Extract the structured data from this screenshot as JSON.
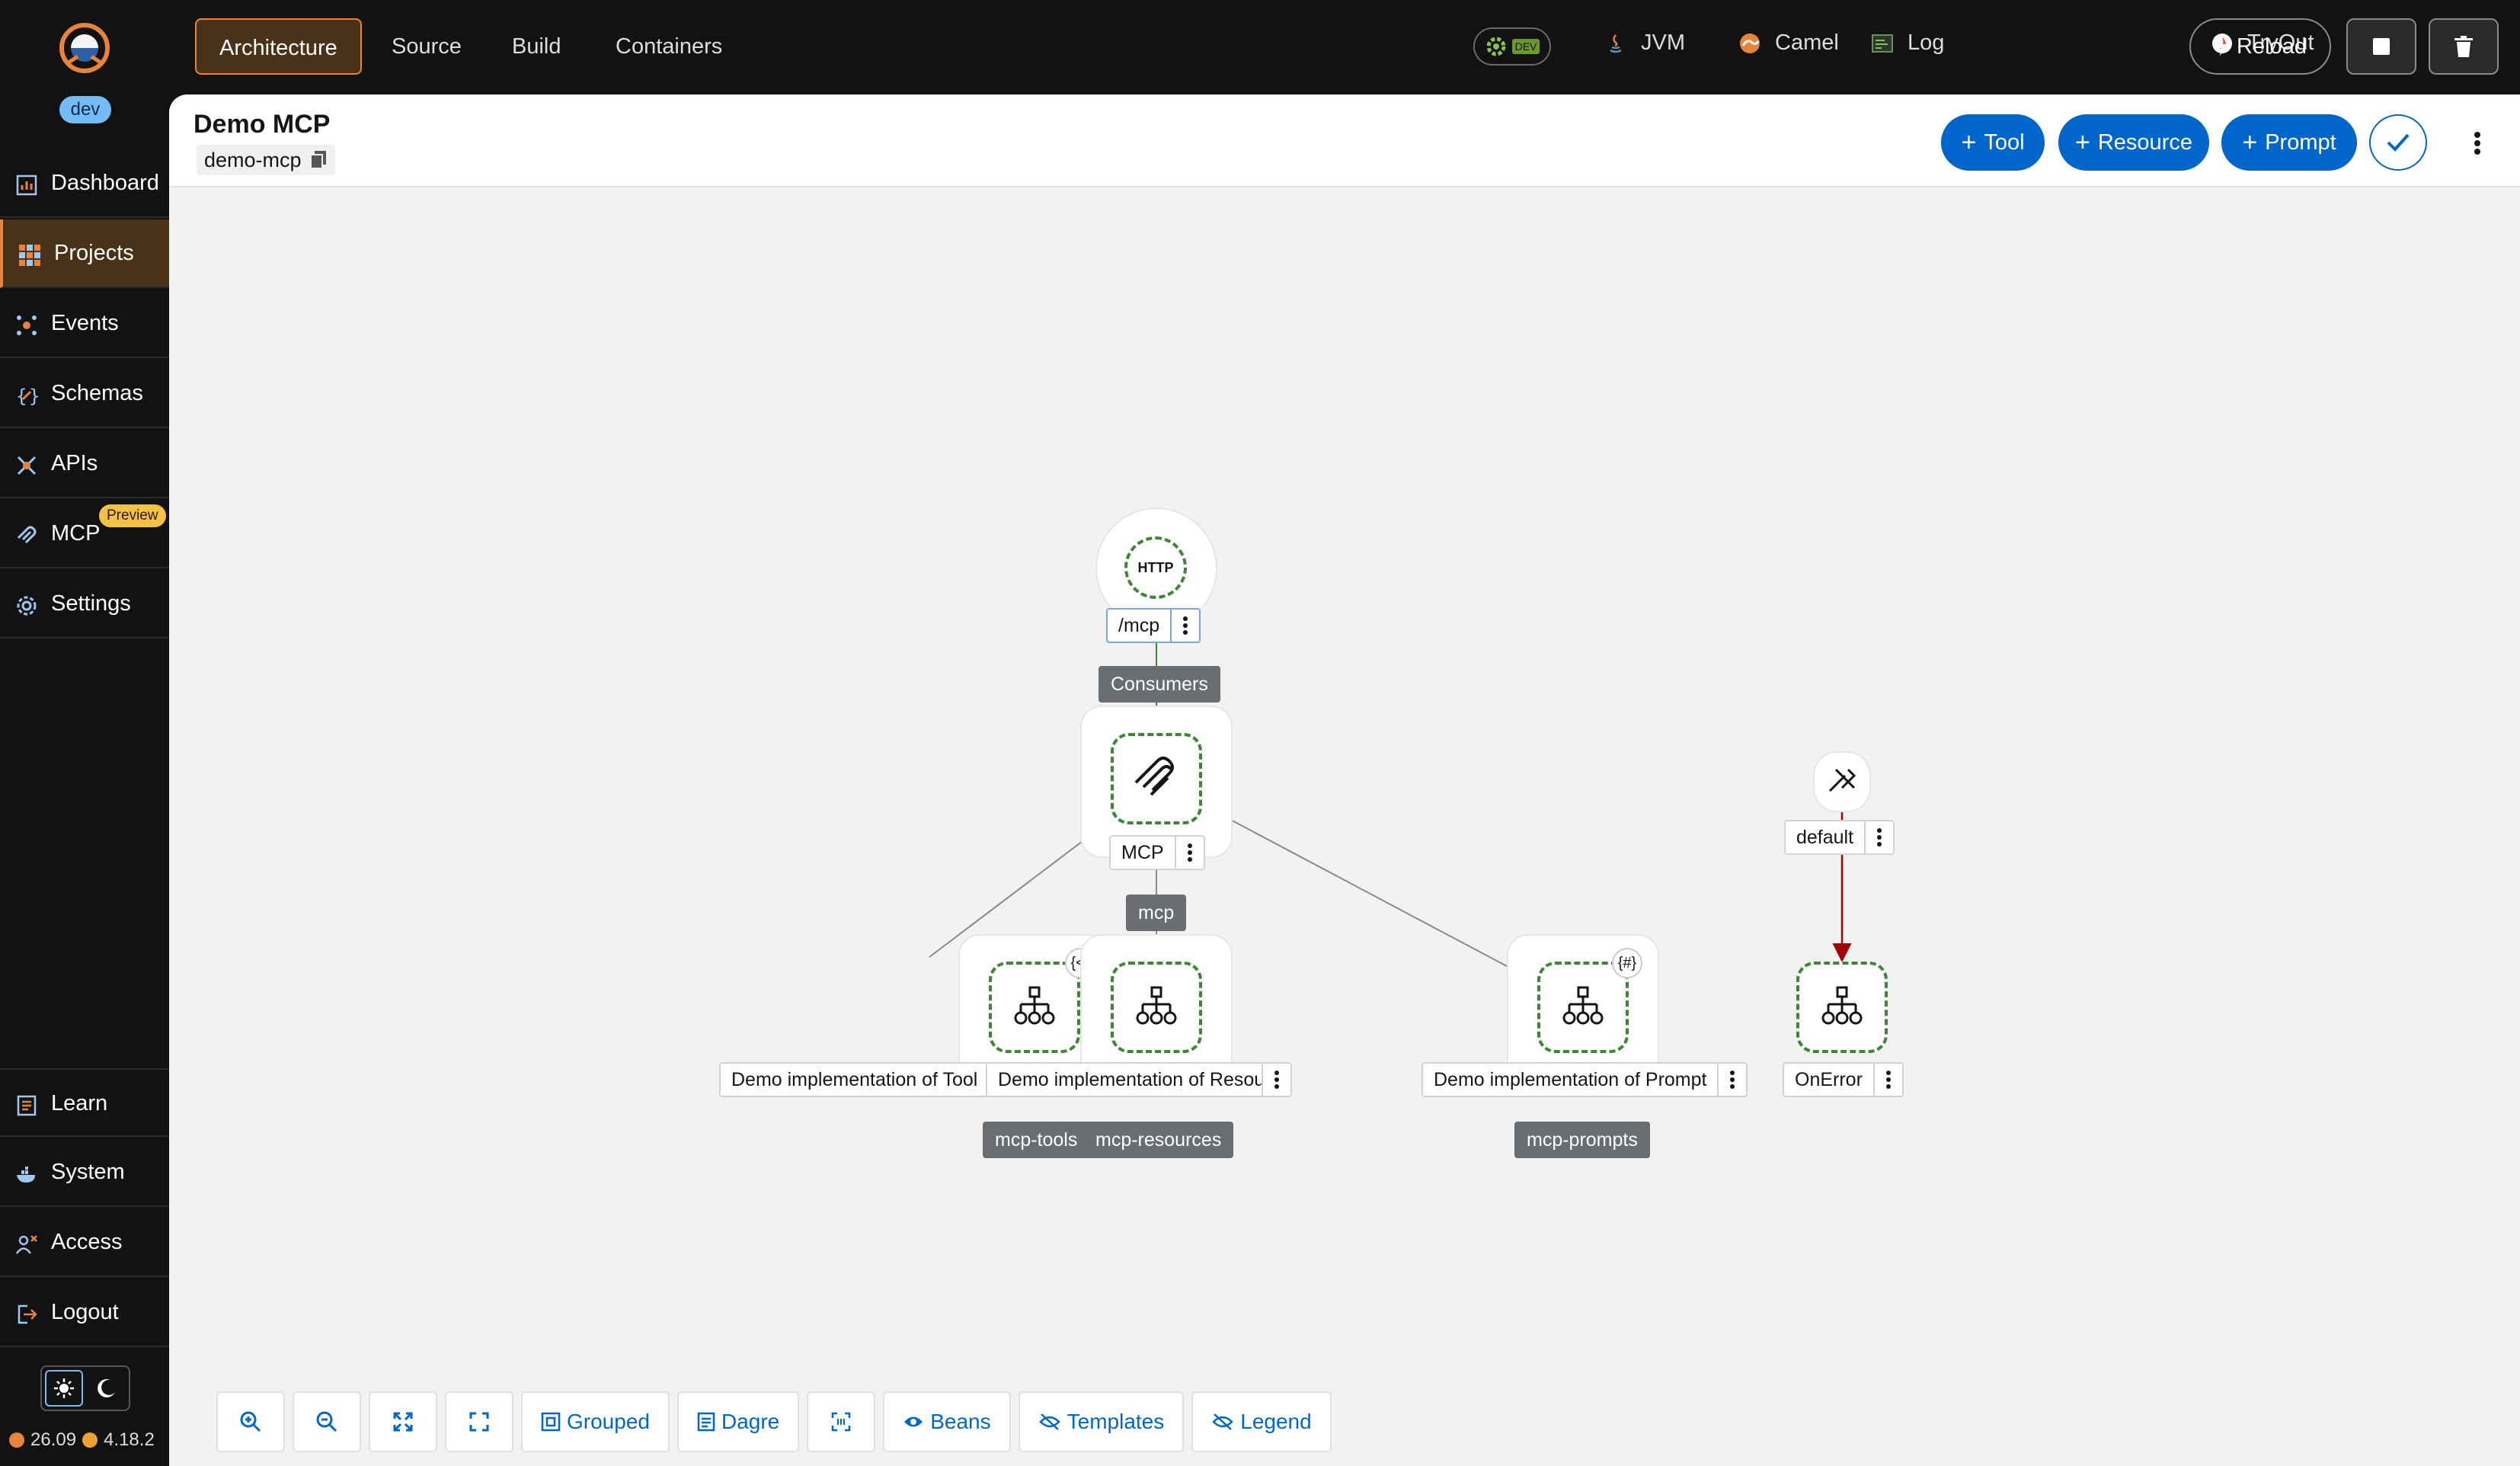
{
  "sidebar": {
    "env_badge": "dev",
    "preview_badge": "Preview",
    "nav_top": [
      {
        "id": "dashboard",
        "label": "Dashboard",
        "icon": "dashboard-icon"
      },
      {
        "id": "projects",
        "label": "Projects",
        "icon": "grid-icon",
        "active": true
      },
      {
        "id": "events",
        "label": "Events",
        "icon": "events-icon"
      },
      {
        "id": "schemas",
        "label": "Schemas",
        "icon": "schemas-icon"
      },
      {
        "id": "apis",
        "label": "APIs",
        "icon": "apis-icon"
      },
      {
        "id": "mcp",
        "label": "MCP",
        "icon": "mcp-icon"
      },
      {
        "id": "settings",
        "label": "Settings",
        "icon": "gear-icon"
      }
    ],
    "nav_bottom": [
      {
        "id": "learn",
        "label": "Learn",
        "icon": "book-icon"
      },
      {
        "id": "system",
        "label": "System",
        "icon": "docker-icon"
      },
      {
        "id": "access",
        "label": "Access",
        "icon": "users-icon"
      },
      {
        "id": "logout",
        "label": "Logout",
        "icon": "logout-icon"
      }
    ],
    "versions": {
      "app": "26.09",
      "camel": "4.18.2"
    }
  },
  "topbar": {
    "tabs": [
      {
        "id": "architecture",
        "label": "Architecture",
        "active": true
      },
      {
        "id": "source",
        "label": "Source"
      },
      {
        "id": "build",
        "label": "Build"
      },
      {
        "id": "containers",
        "label": "Containers"
      }
    ],
    "dev_label": "DEV",
    "links": [
      {
        "id": "jvm",
        "label": "JVM",
        "icon": "java-icon"
      },
      {
        "id": "camel",
        "label": "Camel",
        "icon": "camel-icon"
      },
      {
        "id": "log",
        "label": "Log",
        "icon": "terminal-icon"
      },
      {
        "id": "tryout",
        "label": "TryOut",
        "icon": "fire-icon"
      }
    ],
    "reload_label": "Reload"
  },
  "header": {
    "title": "Demo MCP",
    "project_id": "demo-mcp",
    "buttons": {
      "tool": "Tool",
      "resource": "Resource",
      "prompt": "Prompt"
    }
  },
  "diagram": {
    "http_icon_text": "HTTP",
    "http_label": "/mcp",
    "consumers_tag": "Consumers",
    "mcp_label": "MCP",
    "mcp_tag": "mcp",
    "default_label": "default",
    "routes": [
      {
        "id": "tools",
        "label": "Demo implementation of Tool",
        "tag": "mcp-tools",
        "badge": "{<}"
      },
      {
        "id": "resources",
        "label": "Demo implementation of Resourc...",
        "tag": "mcp-resources"
      },
      {
        "id": "prompts",
        "label": "Demo implementation of Prompt",
        "tag": "mcp-prompts",
        "badge": "{#}"
      }
    ],
    "onerror_label": "OnError"
  },
  "toolbar": {
    "grouped": "Grouped",
    "dagre": "Dagre",
    "beans": "Beans",
    "templates": "Templates",
    "legend": "Legend"
  },
  "colors": {
    "accent": "#e8833a",
    "primary": "#0066cc",
    "node_border": "#3e8635",
    "error_edge": "#a30000"
  }
}
